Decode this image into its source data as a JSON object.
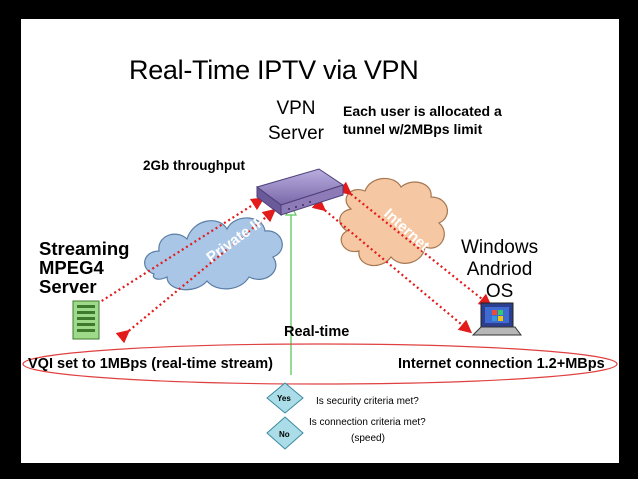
{
  "title": "Real-Time IPTV  via VPN",
  "vpn_server": {
    "line1": "VPN",
    "line2": "Server"
  },
  "tunnel_note": {
    "line1": "Each user is allocated a",
    "line2": "tunnel w/2MBps limit"
  },
  "throughput": "2Gb throughput",
  "streaming_server": {
    "line1": "Streaming",
    "line2": "MPEG4",
    "line3": "Server"
  },
  "windows_os": {
    "line1": "Windows",
    "line2": "Andriod",
    "line3": "OS"
  },
  "clouds": {
    "private": "Private IP",
    "internet": "Internet"
  },
  "realtime": "Real-time",
  "vql": "VQI set to 1MBps (real-time stream)",
  "internet_connection": "Internet connection 1.2+MBps",
  "decisions": {
    "yes": "Yes",
    "no": "No"
  },
  "questions": {
    "security": "Is security criteria met?",
    "connection": "Is connection criteria met?",
    "speed": "(speed)"
  },
  "colors": {
    "dotted_arrows": "#e31b1b",
    "cloud_blue": "#a9c6e6",
    "cloud_orange": "#f5c7a2",
    "realtime_line": "#5cc85c",
    "ellipse": "#e04040",
    "vpn_box": "#8d7bb8"
  }
}
